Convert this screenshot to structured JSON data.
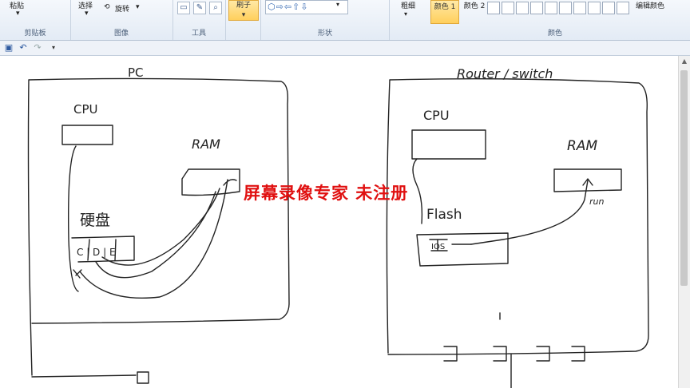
{
  "ribbon": {
    "clipboard": {
      "paste_label": "粘贴",
      "group_label": "剪贴板"
    },
    "image": {
      "select_label": "选择",
      "rotate_label": "旋转",
      "group_label": "图像"
    },
    "tools": {
      "group_label": "工具"
    },
    "brush": {
      "label": "刷子"
    },
    "shapes": {
      "group_label": "形状"
    },
    "outline": {
      "label": "粗细"
    },
    "colors": {
      "color1_label": "颜色 1",
      "color2_label": "颜色 2",
      "edit_label": "编辑颜色",
      "group_label": "颜色"
    }
  },
  "canvas": {
    "pc_title": "PC",
    "pc_cpu": "CPU",
    "pc_ram": "RAM",
    "pc_disk": "硬盘",
    "pc_partitions": "C | D | E",
    "router_title": "Router / switch",
    "router_cpu": "CPU",
    "router_ram": "RAM",
    "router_flash": "Flash",
    "router_ios": "IOS",
    "router_ram_note": "run",
    "watermark": "屏幕录像专家    未注册"
  }
}
